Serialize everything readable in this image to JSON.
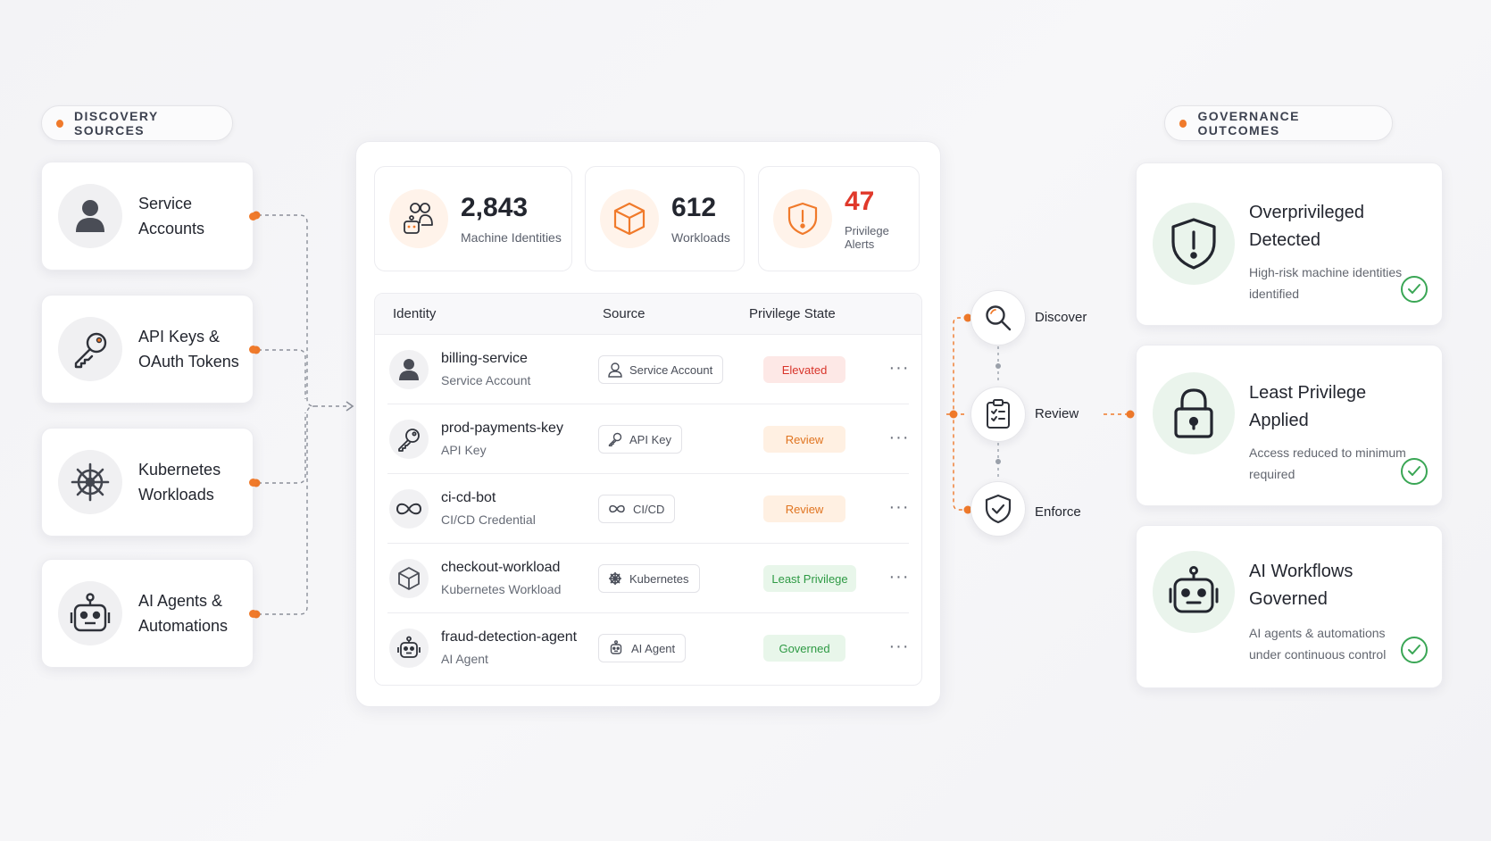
{
  "discovery": {
    "heading": "DISCOVERY SOURCES",
    "sources": [
      {
        "label": "Service Accounts",
        "icon": "user-icon"
      },
      {
        "label": "API Keys & OAuth Tokens",
        "icon": "key-icon"
      },
      {
        "label": "Kubernetes Workloads",
        "icon": "helm-wheel-icon"
      },
      {
        "label": "AI Agents & Automations",
        "icon": "robot-icon"
      }
    ]
  },
  "stats": [
    {
      "value": "2,843",
      "label": "Machine Identities",
      "icon": "identities-icon"
    },
    {
      "value": "612",
      "label": "Workloads",
      "icon": "cube-icon"
    },
    {
      "value": "47",
      "label": "Privilege Alerts",
      "icon": "shield-alert-icon"
    }
  ],
  "table": {
    "headers": {
      "identity": "Identity",
      "source": "Source",
      "state": "Privilege State"
    },
    "rows": [
      {
        "name": "billing-service",
        "type": "Service Account",
        "source": "Service Account",
        "state": "Elevated",
        "state_color": "#d8342a"
      },
      {
        "name": "prod-payments-key",
        "type": "API Key",
        "source": "API Key",
        "state": "Review",
        "state_color": "#e07420"
      },
      {
        "name": "ci-cd-bot",
        "type": "CI/CD Credential",
        "source": "CI/CD",
        "state": "Review",
        "state_color": "#e07420"
      },
      {
        "name": "checkout-workload",
        "type": "Kubernetes Workload",
        "source": "Kubernetes",
        "state": "Least Privilege",
        "state_color": "#2e9a44"
      },
      {
        "name": "fraud-detection-agent",
        "type": "AI Agent",
        "source": "AI Agent",
        "state": "Governed",
        "state_color": "#2e9a44"
      }
    ],
    "more_label": "···"
  },
  "process": {
    "steps": [
      {
        "label": "Discover",
        "icon": "search-icon"
      },
      {
        "label": "Review",
        "icon": "clipboard-check-icon"
      },
      {
        "label": "Enforce",
        "icon": "shield-check-icon"
      }
    ]
  },
  "governance": {
    "heading": "GOVERNANCE OUTCOMES",
    "outcomes": [
      {
        "title": "Overprivileged Detected",
        "desc": "High-risk machine identities identified",
        "icon": "shield-alert-icon"
      },
      {
        "title": "Least Privilege Applied",
        "desc": "Access reduced to minimum required",
        "icon": "lock-icon"
      },
      {
        "title": "AI Workflows Governed",
        "desc": "AI agents & automations under continuous control",
        "icon": "robot-icon"
      }
    ]
  },
  "colors": {
    "accent": "#f07a2b",
    "alert": "#e0392b",
    "success": "#3aa655"
  }
}
